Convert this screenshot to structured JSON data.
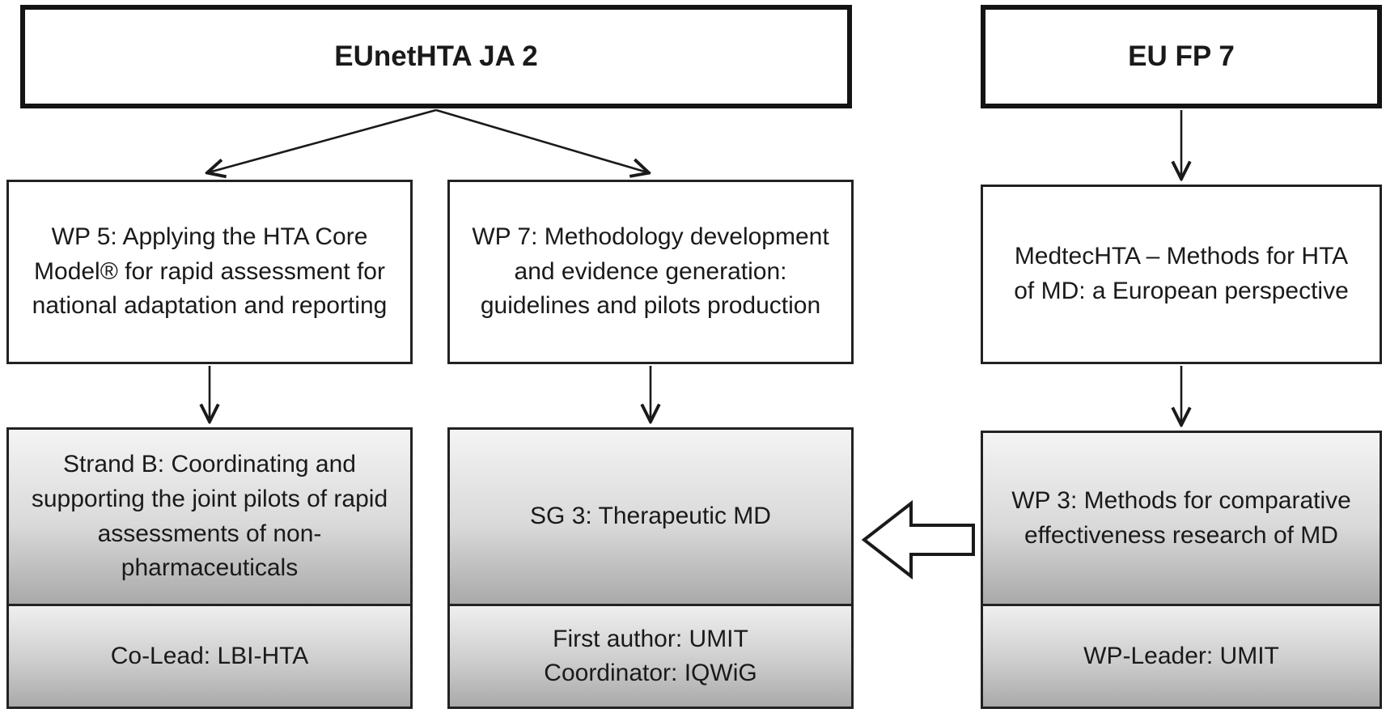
{
  "diagram": {
    "colors": {
      "border": "#1a1a1a",
      "box_fill": "#ffffff",
      "gradient_top": "#f4f4f4",
      "gradient_bottom": "#a9a9a9"
    },
    "top_boxes": {
      "eunethta": {
        "label": "EUnetHTA JA 2"
      },
      "eufp7": {
        "label": "EU FP 7"
      }
    },
    "mid_boxes": {
      "wp5": {
        "label": "WP 5: Applying the HTA Core Model® for rapid assessment for national adaptation and reporting"
      },
      "wp7": {
        "label": "WP 7: Methodology development and evidence generation: guidelines and pilots production"
      },
      "medtechta": {
        "label": "MedtecHTA – Methods for HTA of MD: a European perspective"
      }
    },
    "bottom_boxes": {
      "strandb": {
        "main": "Strand B: Coordinating and supporting the joint pilots of rapid assessments of non-pharmaceuticals",
        "sub": "Co-Lead: LBI-HTA"
      },
      "sg3": {
        "main": "SG 3: Therapeutic MD",
        "sub": "First author: UMIT\nCoordinator: IQWiG"
      },
      "wp3": {
        "main": "WP 3: Methods for comparative effectiveness research of MD",
        "sub": "WP-Leader: UMIT"
      }
    }
  }
}
